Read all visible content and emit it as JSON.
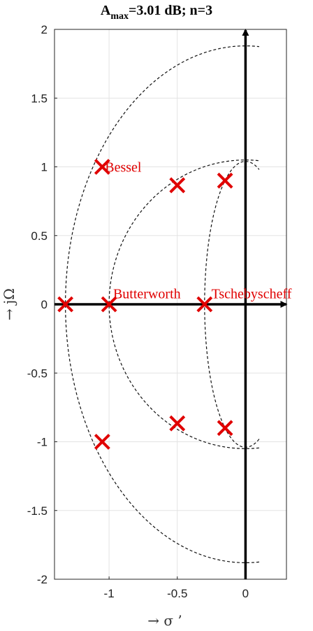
{
  "title": {
    "main": "A",
    "sub": "max",
    "rest": "=3.01 dB; n=3"
  },
  "chart_data": {
    "type": "scatter",
    "xlabel": "→ σ ’",
    "ylabel": "→ jΩ",
    "xlim": [
      -1.4,
      0.3
    ],
    "ylim": [
      -2,
      2
    ],
    "xticks": [
      {
        "value": -1,
        "label": "-1"
      },
      {
        "value": -0.5,
        "label": "-0.5"
      },
      {
        "value": 0,
        "label": "0"
      }
    ],
    "yticks": [
      {
        "value": 2,
        "label": "2"
      },
      {
        "value": 1.5,
        "label": "1.5"
      },
      {
        "value": 1,
        "label": "1"
      },
      {
        "value": 0.5,
        "label": "0.5"
      },
      {
        "value": 0,
        "label": "0"
      },
      {
        "value": -0.5,
        "label": "-0.5"
      },
      {
        "value": -1,
        "label": "-1"
      },
      {
        "value": -1.5,
        "label": "-1.5"
      },
      {
        "value": -2,
        "label": "-2"
      }
    ],
    "grid": true,
    "marker": "x",
    "marker_color": "#e00000",
    "poles": [
      {
        "x": -1.05,
        "y": 1.0
      },
      {
        "x": -1.05,
        "y": -1.0
      },
      {
        "x": -1.32,
        "y": 0.0
      },
      {
        "x": -1.0,
        "y": 0.0
      },
      {
        "x": -0.5,
        "y": 0.866
      },
      {
        "x": -0.5,
        "y": -0.866
      },
      {
        "x": -0.3,
        "y": 0.0
      },
      {
        "x": -0.15,
        "y": 0.9
      },
      {
        "x": -0.15,
        "y": -0.9
      }
    ],
    "annotations": [
      {
        "text": "Bessel",
        "x": -1.03,
        "y": 1.0
      },
      {
        "text": "Butterworth",
        "x": -0.97,
        "y": 0.08
      },
      {
        "text": "Tschebyscheff",
        "x": -0.25,
        "y": 0.08
      }
    ],
    "curves": [
      {
        "type": "ellipse",
        "a": 1.32,
        "b": 1.88,
        "x_end": 0.1
      },
      {
        "type": "ellipse",
        "a": 1.0,
        "b": 1.05,
        "x_end": 0.1
      },
      {
        "type": "ellipse",
        "a": 0.3,
        "b": 1.04,
        "x_end": 0.1
      }
    ]
  }
}
